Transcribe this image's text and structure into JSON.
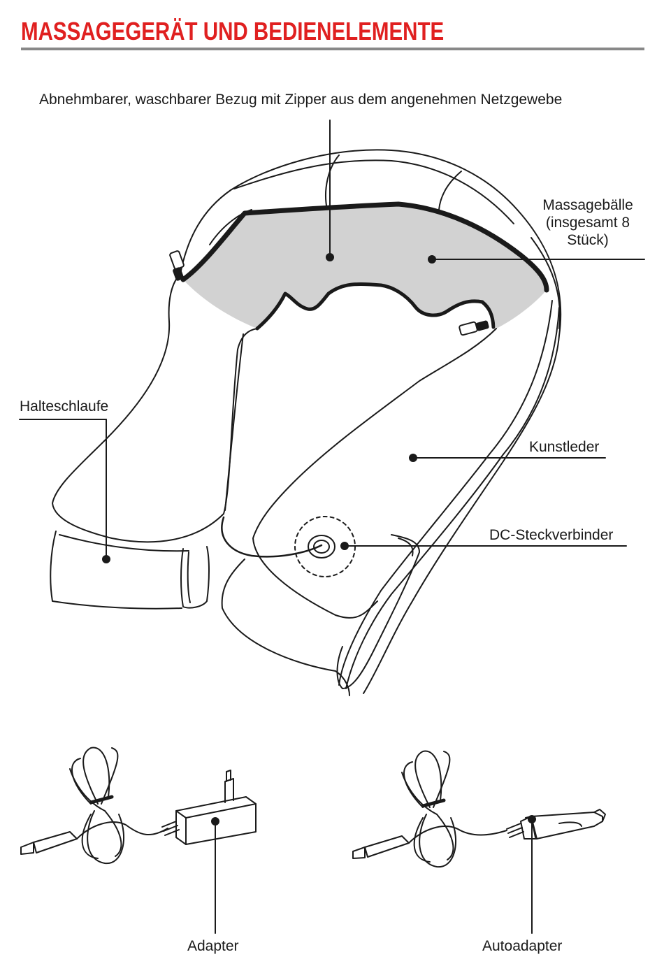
{
  "title": "MASSAGEGERÄT UND BEDIENELEMENTE",
  "colors": {
    "title": "#e02020",
    "rule": "#888888",
    "mesh": "#d2d2d2",
    "ink": "#1a1a1a"
  },
  "labels": {
    "cover": "Abnehmbarer, waschbarer Bezug mit Zipper aus dem angenehmen Netzgewebe",
    "balls_line1": "Massagebälle",
    "balls_line2": "(insgesamt 8",
    "balls_line3": "Stück)",
    "loop": "Halteschlaufe",
    "leather": "Kunstleder",
    "dc": "DC-Steckverbinder",
    "adapter": "Adapter",
    "car_adapter": "Autoadapter"
  }
}
